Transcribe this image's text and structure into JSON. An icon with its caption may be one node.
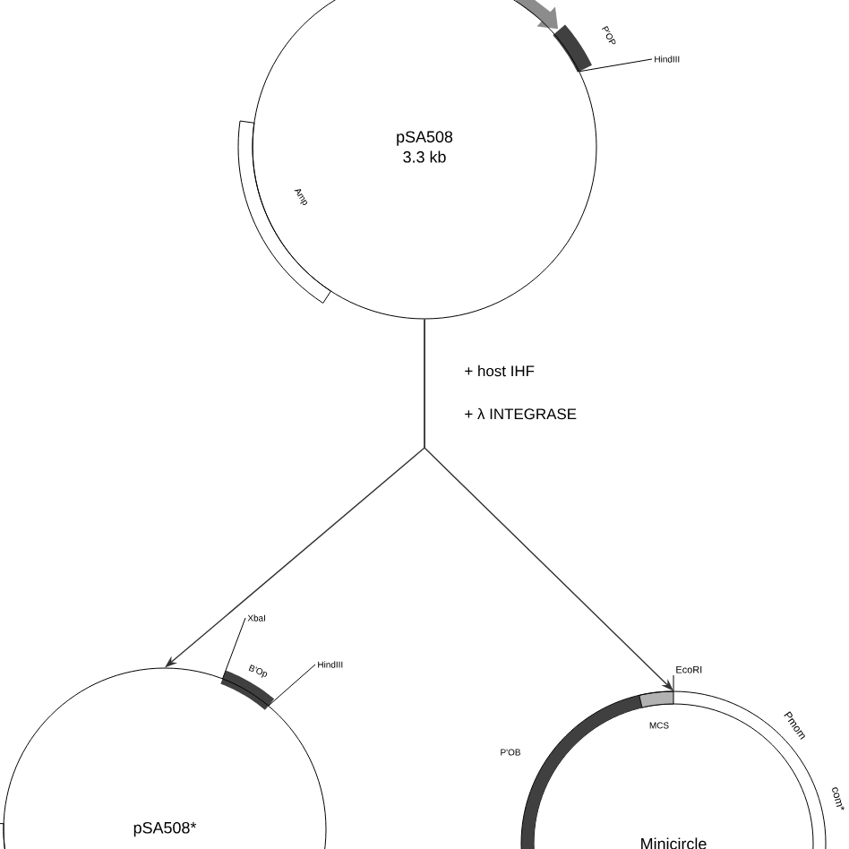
{
  "diagram": {
    "nodes": [
      {
        "text": [
          "pSA508",
          "3.3 kb"
        ]
      },
      {
        "text": [
          "HindIII"
        ]
      },
      {
        "text": [
          "pSA508*"
        ]
      },
      {
        "text": [
          "XbaI"
        ]
      },
      {
        "text": [
          "HindIII"
        ]
      },
      {
        "text": [
          "Minicircle"
        ]
      },
      {
        "text": [
          "EcoRI"
        ]
      }
    ],
    "edges": [
      {
        "from": 0,
        "to": 2,
        "arrow": "to"
      },
      {
        "from": 0,
        "to": 5,
        "arrow": "to"
      },
      {
        "from": 1,
        "to": 0,
        "arrow": "none"
      },
      {
        "from": 3,
        "to": 2,
        "arrow": "none"
      },
      {
        "from": 4,
        "to": 2,
        "arrow": "none"
      },
      {
        "from": 6,
        "to": 5,
        "arrow": "none"
      }
    ],
    "labels": [
      "P'OP",
      "Amp",
      "+ host IHF",
      "+ λ INTEGRASE",
      "B'Op",
      "MCS",
      "P'OB",
      "Pmom",
      "com*"
    ]
  }
}
